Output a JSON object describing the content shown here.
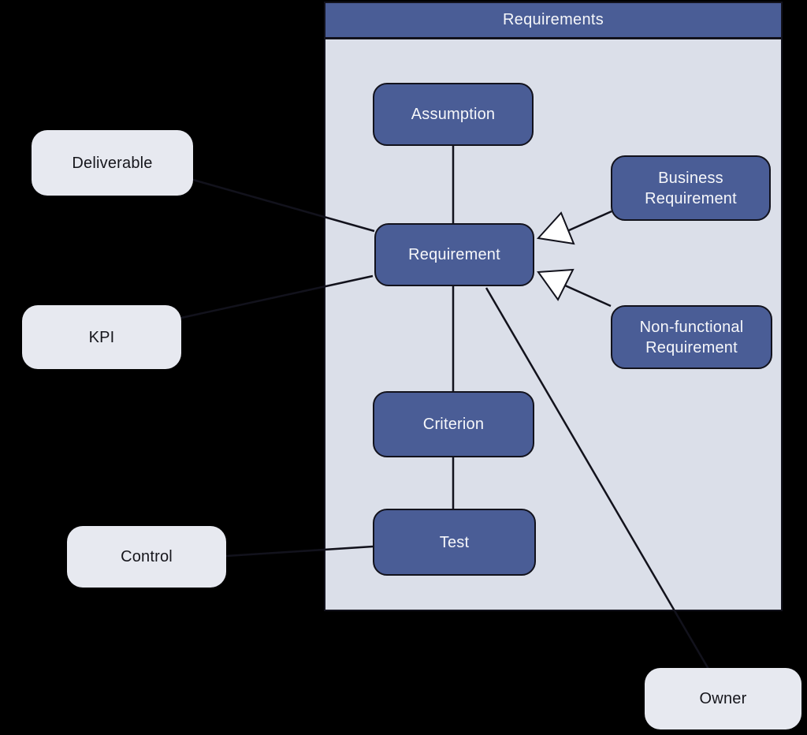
{
  "package": {
    "header_label": "Requirements"
  },
  "nodes": {
    "assumption": {
      "label": "Assumption"
    },
    "requirement": {
      "label": "Requirement"
    },
    "business_requirement": {
      "label": "Business Requirement"
    },
    "nonfunctional_requirement": {
      "label": "Non-functional Requirement"
    },
    "criterion": {
      "label": "Criterion"
    },
    "test": {
      "label": "Test"
    },
    "deliverable": {
      "label": "Deliverable"
    },
    "kpi": {
      "label": "KPI"
    },
    "control": {
      "label": "Control"
    },
    "owner": {
      "label": "Owner"
    }
  },
  "edges": [
    {
      "from": "assumption",
      "to": "requirement",
      "type": "association"
    },
    {
      "from": "requirement",
      "to": "criterion",
      "type": "association"
    },
    {
      "from": "criterion",
      "to": "test",
      "type": "association"
    },
    {
      "from": "requirement",
      "to": "deliverable",
      "type": "association"
    },
    {
      "from": "requirement",
      "to": "kpi",
      "type": "association"
    },
    {
      "from": "test",
      "to": "control",
      "type": "association"
    },
    {
      "from": "requirement",
      "to": "owner",
      "type": "association"
    },
    {
      "from": "business_requirement",
      "to": "requirement",
      "type": "generalization"
    },
    {
      "from": "nonfunctional_requirement",
      "to": "requirement",
      "type": "generalization"
    }
  ],
  "colors": {
    "background": "#000000",
    "container_fill": "#dbdfe9",
    "header_fill": "#4a5d96",
    "node_fill": "#4a5d96",
    "node_text": "#f6f7fa",
    "external_node_fill": "#e7e9f0",
    "external_node_text": "#16161c",
    "line": "#12121c",
    "arrowhead_fill": "#ffffff"
  }
}
